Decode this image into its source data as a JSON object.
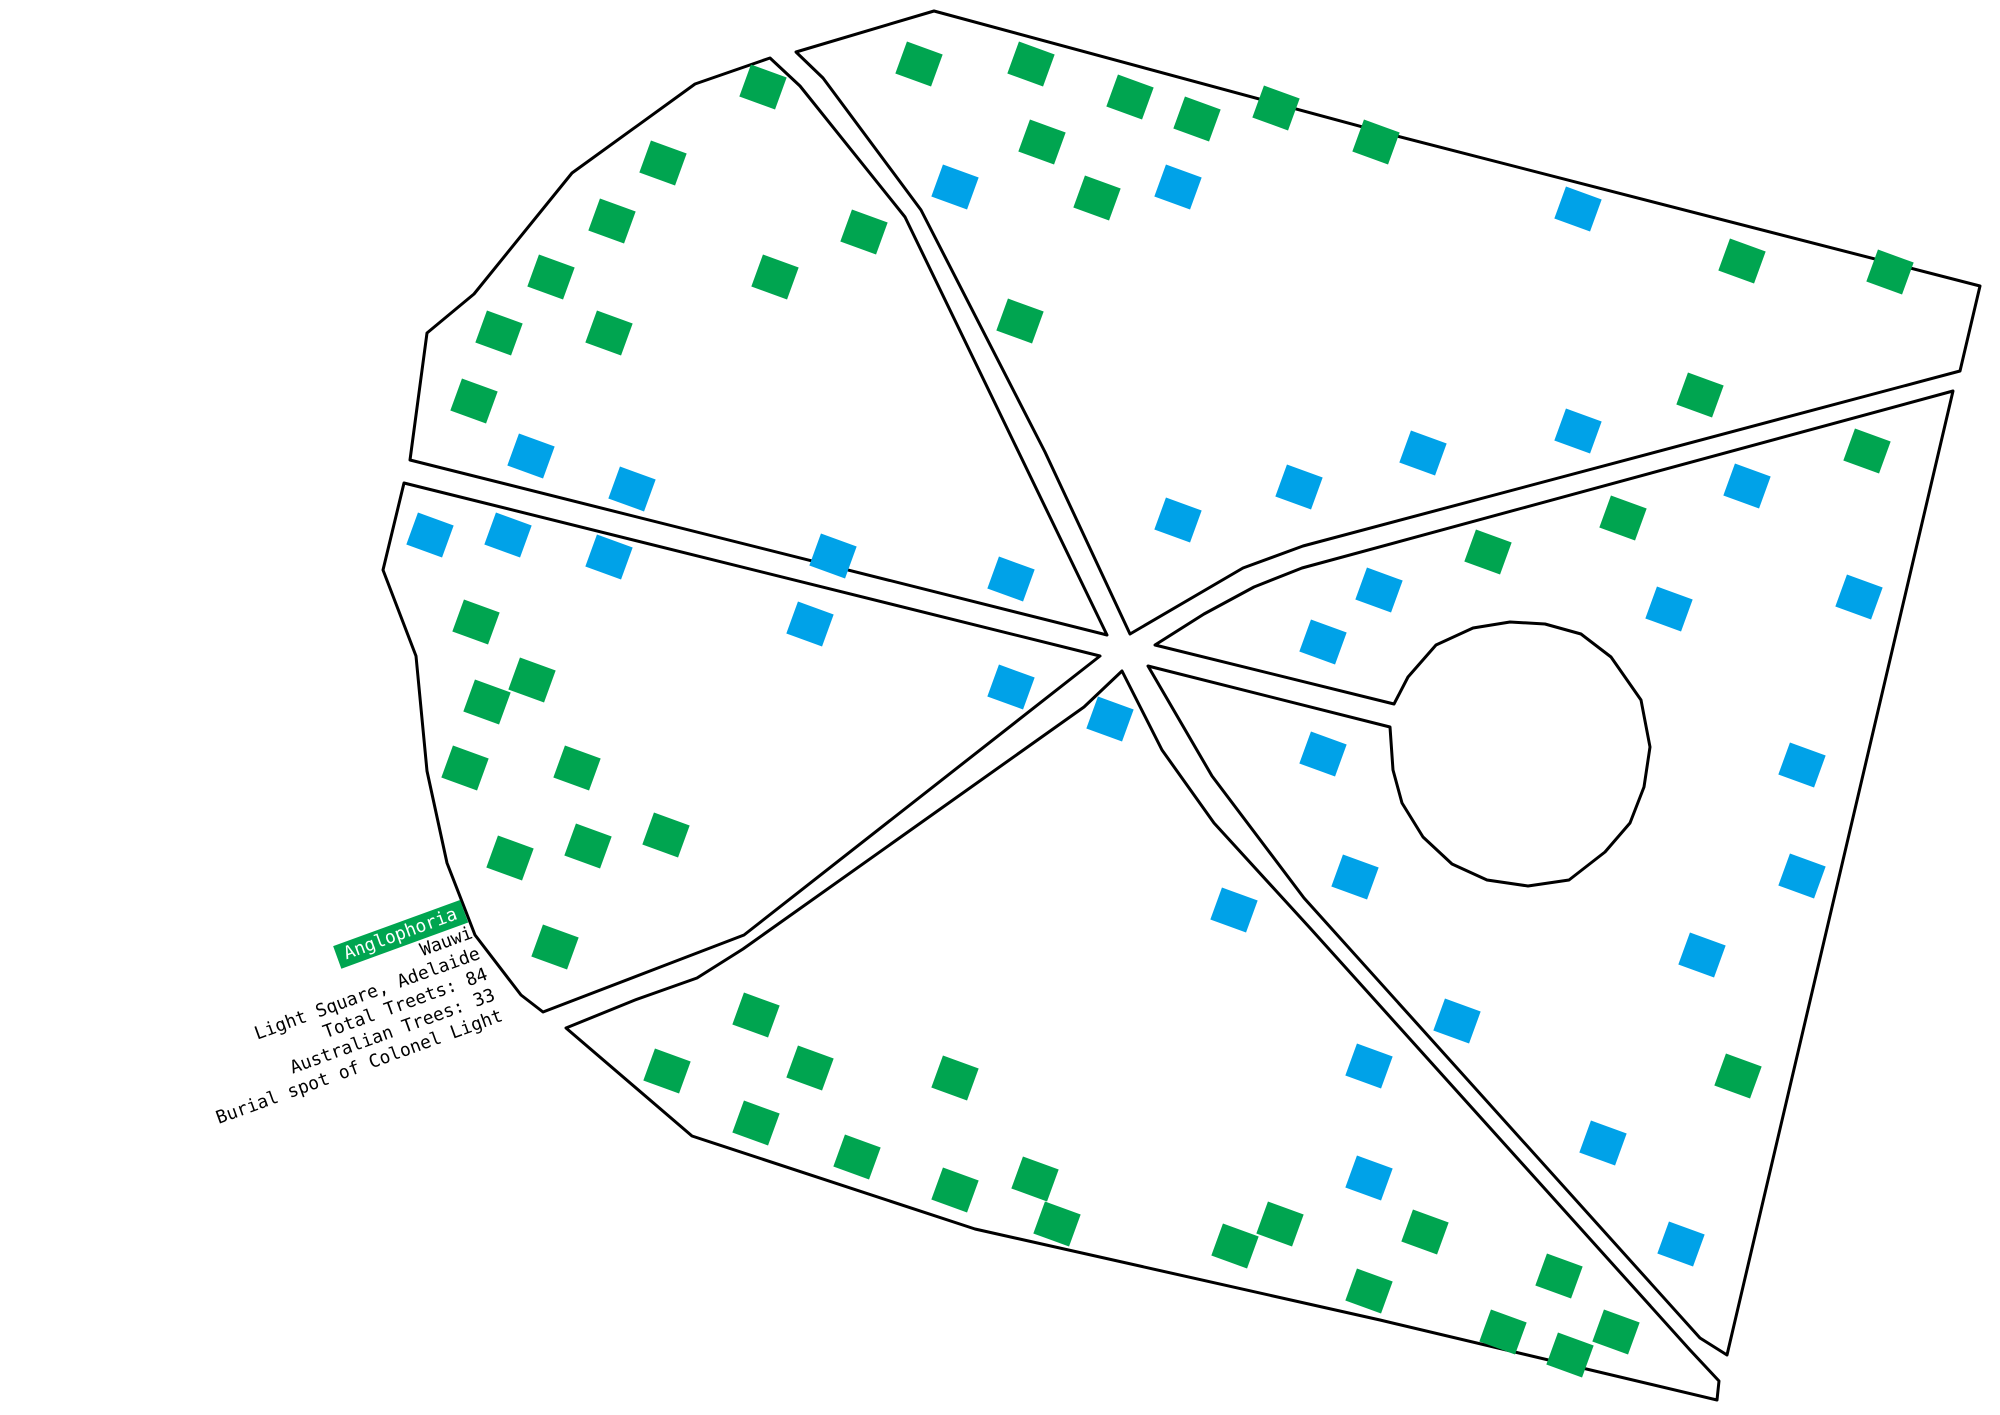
{
  "colors": {
    "australian_tree": "#00A2E8",
    "other_tree": "#00A550",
    "outline": "#000000",
    "background": "#FFFFFF"
  },
  "legend": {
    "tag": "Anglophoria",
    "lines": [
      "Wauwi",
      "Light Square, Adelaide",
      "Total Treets: 84",
      "Australian Trees: 33",
      "Burial spot of Colonel Light"
    ]
  },
  "trees": {
    "other_count": 51,
    "australian_count": 33
  }
}
